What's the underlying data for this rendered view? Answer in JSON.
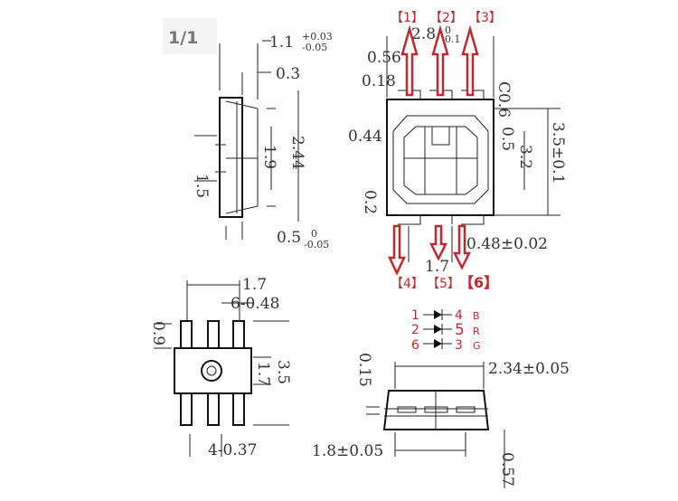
{
  "page_label": "1/1",
  "side_view": {
    "thickness": "1.1",
    "thickness_tol_plus": "+0.03",
    "thickness_tol_minus": "-0.05",
    "d1": "0.3",
    "d2": "1.5",
    "d3": "1.9",
    "d4": "2.44",
    "d5": "0.5",
    "d5_tol_plus": "0",
    "d5_tol_minus": "-0.05"
  },
  "top_view": {
    "pins_top": [
      "【1】",
      "【2】",
      "【3】"
    ],
    "pins_bottom": [
      "【4】",
      "【5】",
      "【6】"
    ],
    "width": "2.8",
    "width_tol_plus": "0",
    "width_tol_minus": "0.1",
    "d056": "0.56",
    "d018": "0.18",
    "chamfer": "C0.6",
    "d044": "0.44",
    "d05": "0.5",
    "d32": "3.2",
    "height": "3.5±0.1",
    "d02": "0.2",
    "pad": "0.48±0.02",
    "pitch": "1.7"
  },
  "bottom_view": {
    "pitch": "1.7",
    "pads": "6-0.48",
    "d09": "0.9",
    "d17": "1.7",
    "d35": "3.5",
    "holes": "4-0.37"
  },
  "front_view": {
    "d015": "0.15",
    "width": "2.34±0.05",
    "inner": "1.8±0.05",
    "d057": "0.57"
  },
  "circuit": {
    "rows": [
      {
        "in": "1",
        "out": "4",
        "color": "B"
      },
      {
        "in": "2",
        "out": "5",
        "color": "R"
      },
      {
        "in": "6",
        "out": "3",
        "color": "G"
      }
    ]
  }
}
